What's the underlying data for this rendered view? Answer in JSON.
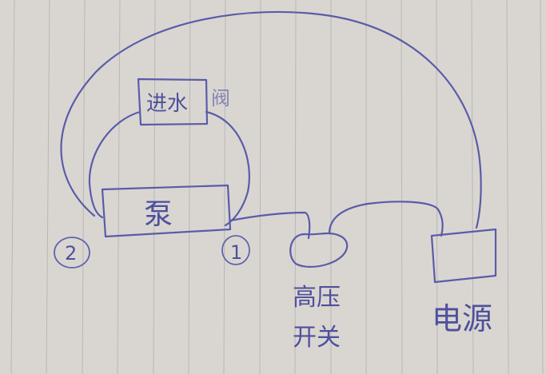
{
  "components": {
    "inlet_valve": {
      "label_boxed": "进水",
      "label_suffix": "阀"
    },
    "pump": {
      "label": "泵"
    },
    "pressure_switch": {
      "label_line1": "高压",
      "label_line2": "开关"
    },
    "power_supply": {
      "label": "电源"
    }
  },
  "terminals": {
    "terminal_1": "1",
    "terminal_2": "2"
  },
  "colors": {
    "ink": "#5a5ca8",
    "paper": "#d9d6d2",
    "rule": "#b9b7b4"
  }
}
